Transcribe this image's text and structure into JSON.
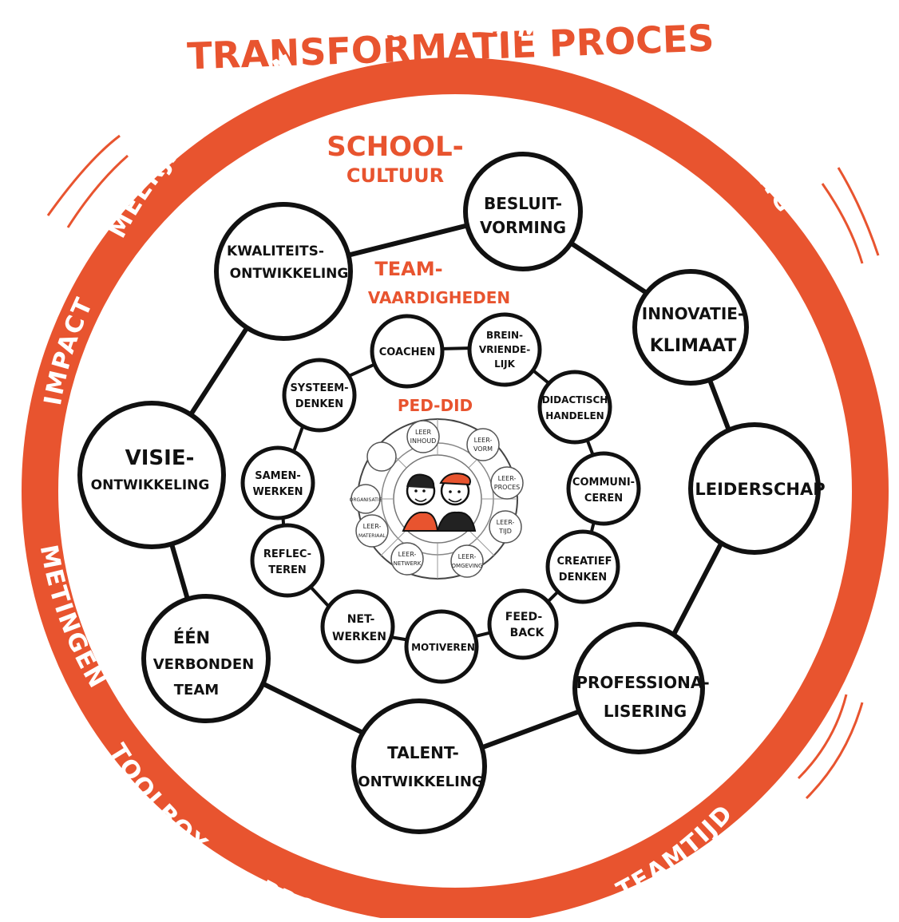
{
  "title": "TRANSFORMATIE PROCES",
  "outer_ring": {
    "items": [
      "MEERJARENPLAN",
      "KERNTEAM",
      "ROLVERDELING",
      "IMPACT",
      "METINGEN",
      "TOOLBOX",
      "PROCESCOACHING",
      "TEAMTIJD"
    ]
  },
  "school_cultuur": {
    "label_line1": "SCHOOL-",
    "label_line2": "CULTUUR",
    "nodes": [
      {
        "line1": "BESLUIT-",
        "line2": "VORMING"
      },
      {
        "line1": "INNOVATIE-",
        "line2": "KLIMAAT"
      },
      {
        "line1": "LEIDERSCHAP",
        "line2": ""
      },
      {
        "line1": "PROFESSIONA-",
        "line2": "LISERING"
      },
      {
        "line1": "TALENT-",
        "line2": "ONTWIKKELING"
      },
      {
        "line1": "ÉÉN",
        "line2": "VERBONDEN",
        "line3": "TEAM"
      },
      {
        "line1": "VISIE-",
        "line2": "ONTWIKKELING"
      },
      {
        "line1": "KWALITEITS-",
        "line2": "ONTWIKKELING"
      }
    ]
  },
  "teamvaardigheden": {
    "label_line1": "TEAM-",
    "label_line2": "VAARDIGHEDEN",
    "nodes": [
      {
        "line1": "COACHEN",
        "line2": ""
      },
      {
        "line1": "BREIN-",
        "line2": "VRIENDE-",
        "line3": "LIJK"
      },
      {
        "line1": "DIDACTISCH",
        "line2": "HANDELEN"
      },
      {
        "line1": "COMMUNI-",
        "line2": "CEREN"
      },
      {
        "line1": "CREATIEF",
        "line2": "DENKEN"
      },
      {
        "line1": "FEED-",
        "line2": "BACK"
      },
      {
        "line1": "MOTIVEREN",
        "line2": ""
      },
      {
        "line1": "NET-",
        "line2": "WERKEN"
      },
      {
        "line1": "REFLEC-",
        "line2": "TEREN"
      },
      {
        "line1": "SAMEN-",
        "line2": "WERKEN"
      },
      {
        "line1": "SYSTEEM-",
        "line2": "DENKEN"
      }
    ]
  },
  "ped_did": {
    "label": "PED-DID",
    "segments": [
      {
        "line1": "LEER",
        "line2": "INHOUD"
      },
      {
        "line1": "LEER-",
        "line2": "VORM"
      },
      {
        "line1": "LEER-",
        "line2": "PROCES"
      },
      {
        "line1": "LEER-",
        "line2": "TIJD"
      },
      {
        "line1": "LEER-",
        "line2": "OMGEVING"
      },
      {
        "line1": "LEER-",
        "line2": "NETWERK"
      },
      {
        "line1": "LEER-",
        "line2": "MATERIAAL"
      },
      {
        "line1": "ORGANISATIE",
        "line2": ""
      }
    ]
  },
  "colors": {
    "accent": "#e8542f",
    "ink": "#111111",
    "background": "#ffffff"
  }
}
